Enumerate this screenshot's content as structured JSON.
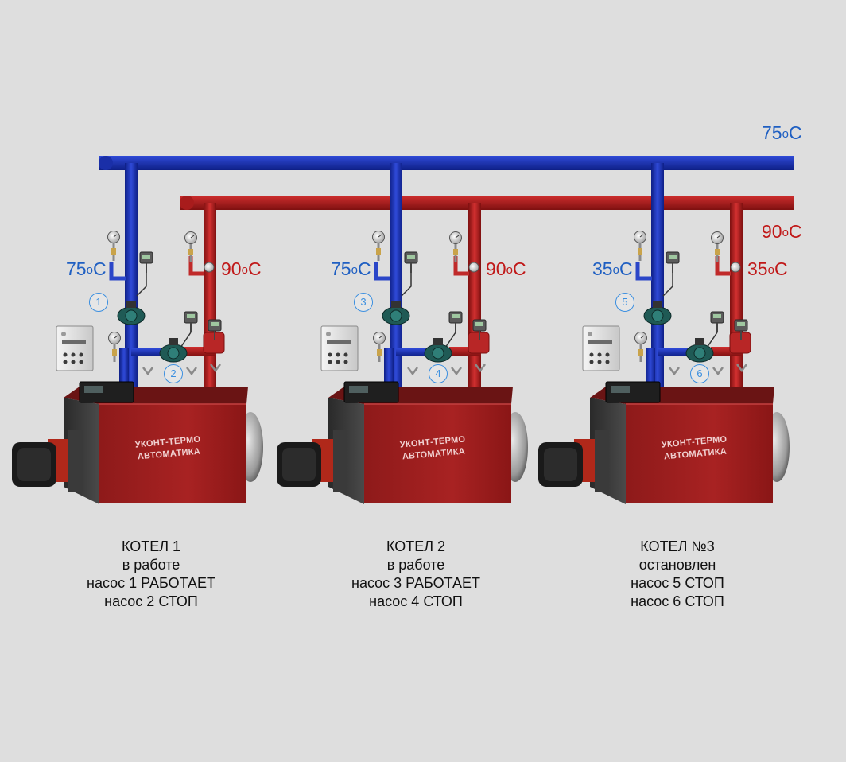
{
  "header": {
    "supply_temp": {
      "value": "75",
      "unit": "C"
    },
    "return_temp": {
      "value": "90",
      "unit": "C"
    }
  },
  "boilers": [
    {
      "in_temp": {
        "value": "75",
        "unit": "C"
      },
      "out_temp": {
        "value": "90",
        "unit": "C"
      },
      "pump_a": "1",
      "pump_b": "2",
      "brand_line1": "УКОНТ-ТЕРМО",
      "brand_line2": "АВТОМАТИКА",
      "caption": [
        "КОТЕЛ 1",
        "в работе",
        "насос 1 РАБОТАЕТ",
        "насос 2 СТОП"
      ]
    },
    {
      "in_temp": {
        "value": "75",
        "unit": "C"
      },
      "out_temp": {
        "value": "90",
        "unit": "C"
      },
      "pump_a": "3",
      "pump_b": "4",
      "brand_line1": "УКОНТ-ТЕРМО",
      "brand_line2": "АВТОМАТИКА",
      "caption": [
        "КОТЕЛ 2",
        "в работе",
        "насос 3 РАБОТАЕТ",
        "насос 4 СТОП"
      ]
    },
    {
      "in_temp": {
        "value": "35",
        "unit": "C"
      },
      "out_temp": {
        "value": "35",
        "unit": "C"
      },
      "pump_a": "5",
      "pump_b": "6",
      "brand_line1": "УКОНТ-ТЕРМО",
      "brand_line2": "АВТОМАТИКА",
      "caption": [
        "КОТЕЛ №3",
        "остановлен",
        "насос 5 СТОП",
        "насос 6 СТОП"
      ]
    }
  ],
  "colors": {
    "background": "#dedede",
    "supply_pipe": "#1a2fa8",
    "return_pipe": "#a81c1c",
    "boiler_body": "#9a1c1c",
    "pump_label": "#3b8fe0"
  }
}
